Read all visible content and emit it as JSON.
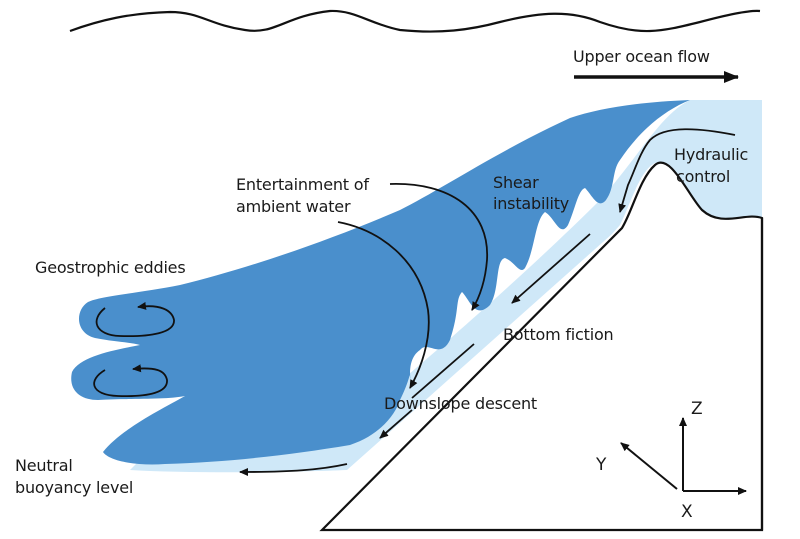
{
  "title": "Dense overflow plume down a continental slope",
  "colors": {
    "dense_water": "#4a8fcc",
    "light_water": "#cfe8f8",
    "line": "#111111",
    "background": "#ffffff"
  },
  "labels": {
    "upper_flow": "Upper ocean flow",
    "hydraulic_1": "Hydraulic",
    "hydraulic_2": "control",
    "entrain_1": "Entertainment of",
    "entrain_2": "ambient water",
    "shear_1": "Shear",
    "shear_2": "instability",
    "eddies": "Geostrophic eddies",
    "bottom": "Bottom fiction",
    "downslope": "Downslope descent",
    "neutral_1": "Neutral",
    "neutral_2": "buoyancy level"
  },
  "axes": {
    "x": "X",
    "y": "Y",
    "z": "Z"
  },
  "icons": {
    "sea_surface": "wavy-line",
    "flow_arrow": "right-arrow"
  }
}
